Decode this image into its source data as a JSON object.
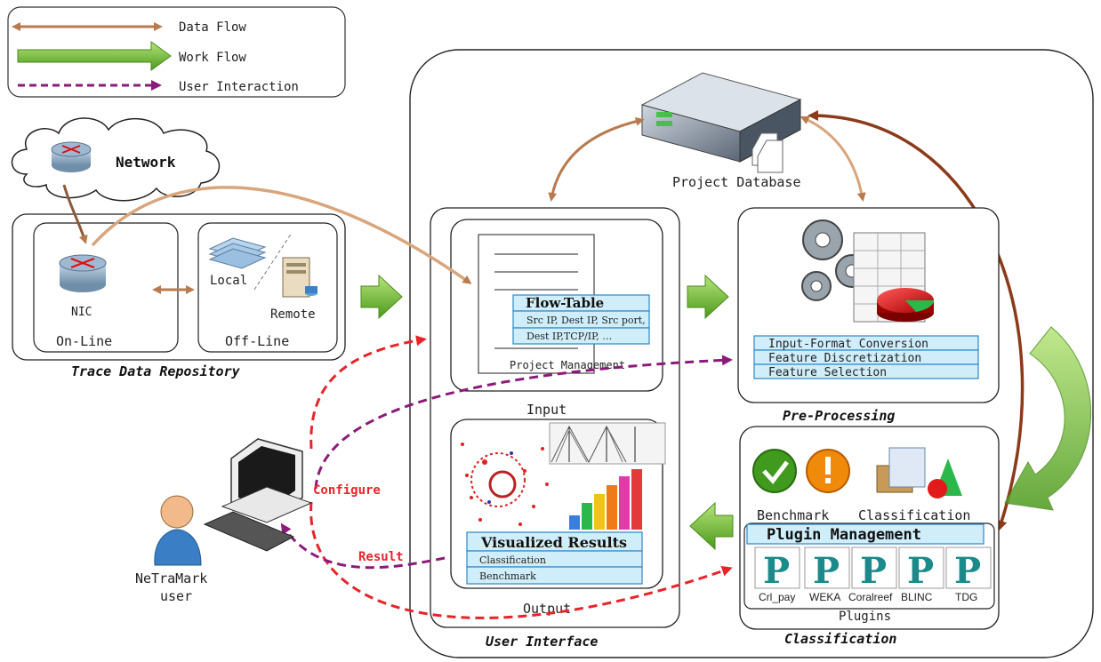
{
  "legend": {
    "data_flow": "Data Flow",
    "work_flow": "Work Flow",
    "user_interaction": "User Interaction"
  },
  "network": {
    "label": "Network"
  },
  "repository": {
    "nic": "NIC",
    "online": "On-Line",
    "local": "Local",
    "remote": "Remote",
    "offline": "Off-Line",
    "title": "Trace Data Repository"
  },
  "database": {
    "label": "Project Database"
  },
  "input": {
    "flow_table_title": "Flow-Table",
    "flow_table_row1": "Src IP, Dest IP, Src port,",
    "flow_table_row2": "Dest IP,TCP/IP, …",
    "project_management": "Project Management",
    "label": "Input"
  },
  "output": {
    "visualized_results": "Visualized Results",
    "row1": "Classification",
    "row2": "Benchmark",
    "label": "Output"
  },
  "ui": {
    "title": "User Interface"
  },
  "preprocessing": {
    "items": [
      "Input-Format Conversion",
      "Feature Discretization",
      "Feature Selection"
    ],
    "title": "Pre-Processing"
  },
  "classification": {
    "benchmark": "Benchmark",
    "classification": "Classification",
    "plugin_management": "Plugin Management",
    "plugins": [
      "Crl_pay",
      "WEKA",
      "Coralreef",
      "BLINC",
      "TDG"
    ],
    "plugins_label": "Plugins",
    "title": "Classification"
  },
  "user": {
    "configure": "Configure",
    "result": "Result",
    "name_line1": "NeTraMark",
    "name_line2": "user"
  },
  "colors": {
    "data_flow": "#b87a4e",
    "work_flow": "#7cc13a",
    "user_interaction": "#8b1a7a",
    "configure": "#e8232a",
    "table_fill": "#cfeefa",
    "table_stroke": "#2a86c9"
  }
}
